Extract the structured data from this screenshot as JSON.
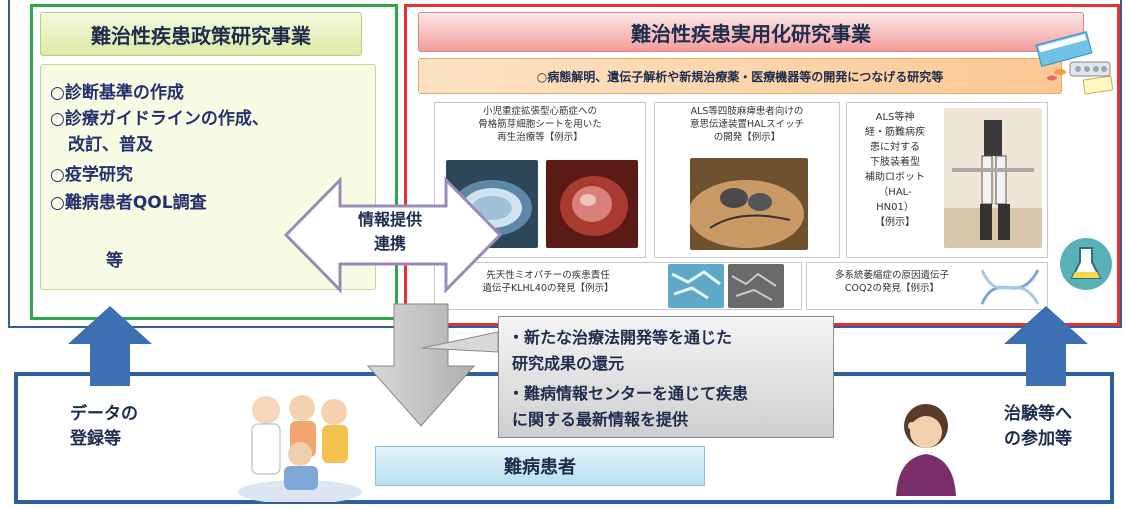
{
  "left_panel": {
    "title": "難治性疾患政策研究事業",
    "items": [
      "○診断基準の作成",
      "○診療ガイドラインの作成、",
      "改訂、普及",
      "○疫学研究",
      "○難病患者QOL調査"
    ],
    "etc": "等"
  },
  "right_panel": {
    "title": "難治性疾患実用化研究事業",
    "subtitle": "○病態解明、遺伝子解析や新規治療薬・医療機器等の開発につなげる研究等",
    "examples": {
      "ex1": [
        "小児重症拡張型心筋症への",
        "骨格筋芽細胞シートを用いた",
        "再生治療等【例示】"
      ],
      "ex2": [
        "ALS等四肢麻痺患者向けの",
        "意思伝達装置HALスイッチ",
        "の開発【例示】"
      ],
      "ex3": [
        "ALS等神",
        "経・筋難病疾",
        "患に対する",
        "下肢装着型",
        "補助ロボット",
        "（HAL-",
        "HN01）",
        "【例示】"
      ],
      "ex4": [
        "先天性ミオパチーの疾患責任",
        "遺伝子KLHL40の発見【例示】"
      ],
      "ex5": [
        "多系統萎縮症の原因遺伝子",
        "COQ2の発見【例示】"
      ]
    }
  },
  "arrow_label": [
    "情報提供",
    "連携"
  ],
  "callout": [
    "・新たな治療法開発等を通じた",
    "研究成果の還元",
    "・難病情報センターを通じて疾患",
    "に関する最新情報を提供"
  ],
  "bottom": {
    "patients": "難病患者",
    "left_label": [
      "データの",
      "登録等"
    ],
    "right_label": [
      "治験等へ",
      "の参加等"
    ]
  },
  "colors": {
    "frame_blue": "#2f5e9c",
    "left_green": "#2ea84a",
    "right_red": "#e23232",
    "arrow_blue": "#3d6fb3",
    "arrow_gray": "#c8c8c8"
  }
}
